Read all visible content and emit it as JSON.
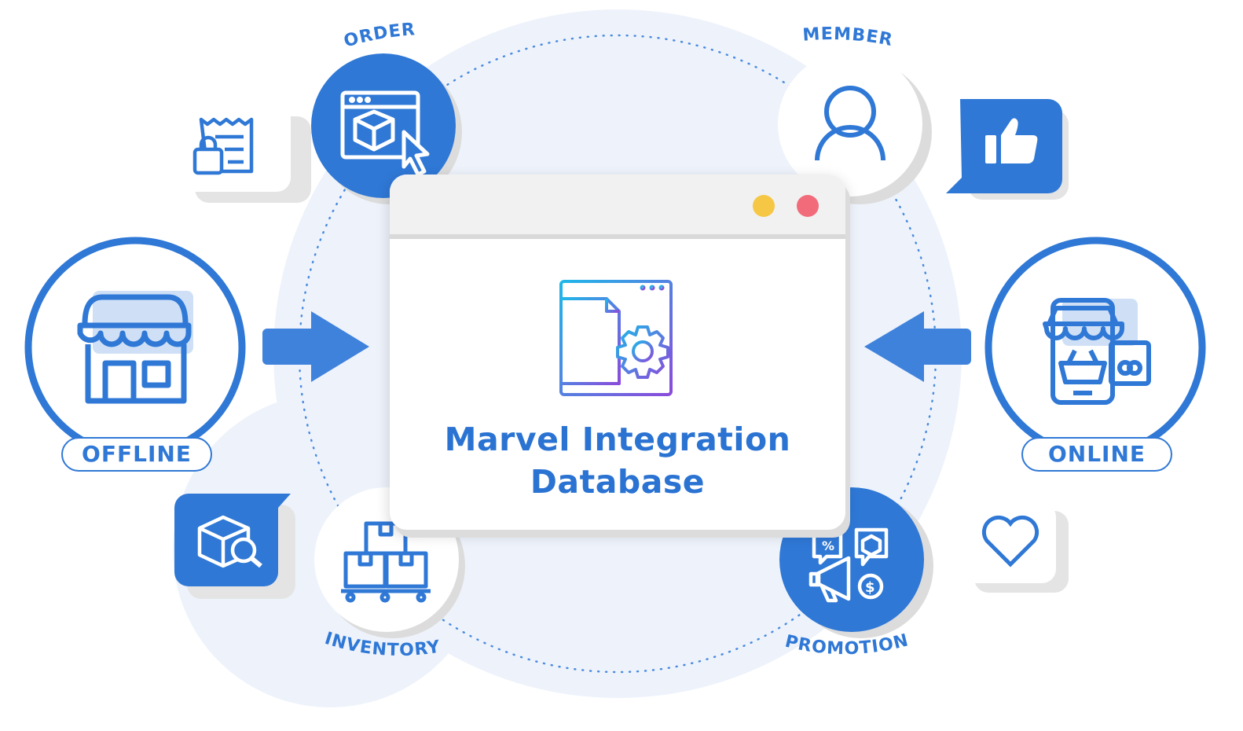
{
  "title": {
    "line1": "Marvel Integration",
    "line2": "Database"
  },
  "labels": {
    "order": "ORDER",
    "member": "MEMBER",
    "offline": "OFFLINE",
    "online": "ONLINE",
    "inventory": "INVENTORY",
    "promotion": "PROMOTION"
  },
  "icons": {
    "order": "order-window-box-cursor-icon",
    "member": "person-icon",
    "offline": "storefront-icon",
    "online": "mobile-shop-icon",
    "inventory": "stacked-boxes-icon",
    "promotion": "megaphone-discount-icon",
    "center": "database-document-gear-icon",
    "receipt": "receipt-bag-icon",
    "like": "thumbs-up-icon",
    "search": "box-search-icon",
    "heart": "heart-icon"
  },
  "colors": {
    "primary": "#2f78d6",
    "primary_light": "#4a8be0",
    "arrow": "#3f82dc",
    "title": "#2a73d2",
    "halo": "#eef3fb",
    "dot_yellow": "#f6c744",
    "dot_red": "#f26b7a",
    "gradient_start": "#1fb7e8",
    "gradient_end": "#8a4bdb",
    "orbit": "#4a8be0"
  }
}
